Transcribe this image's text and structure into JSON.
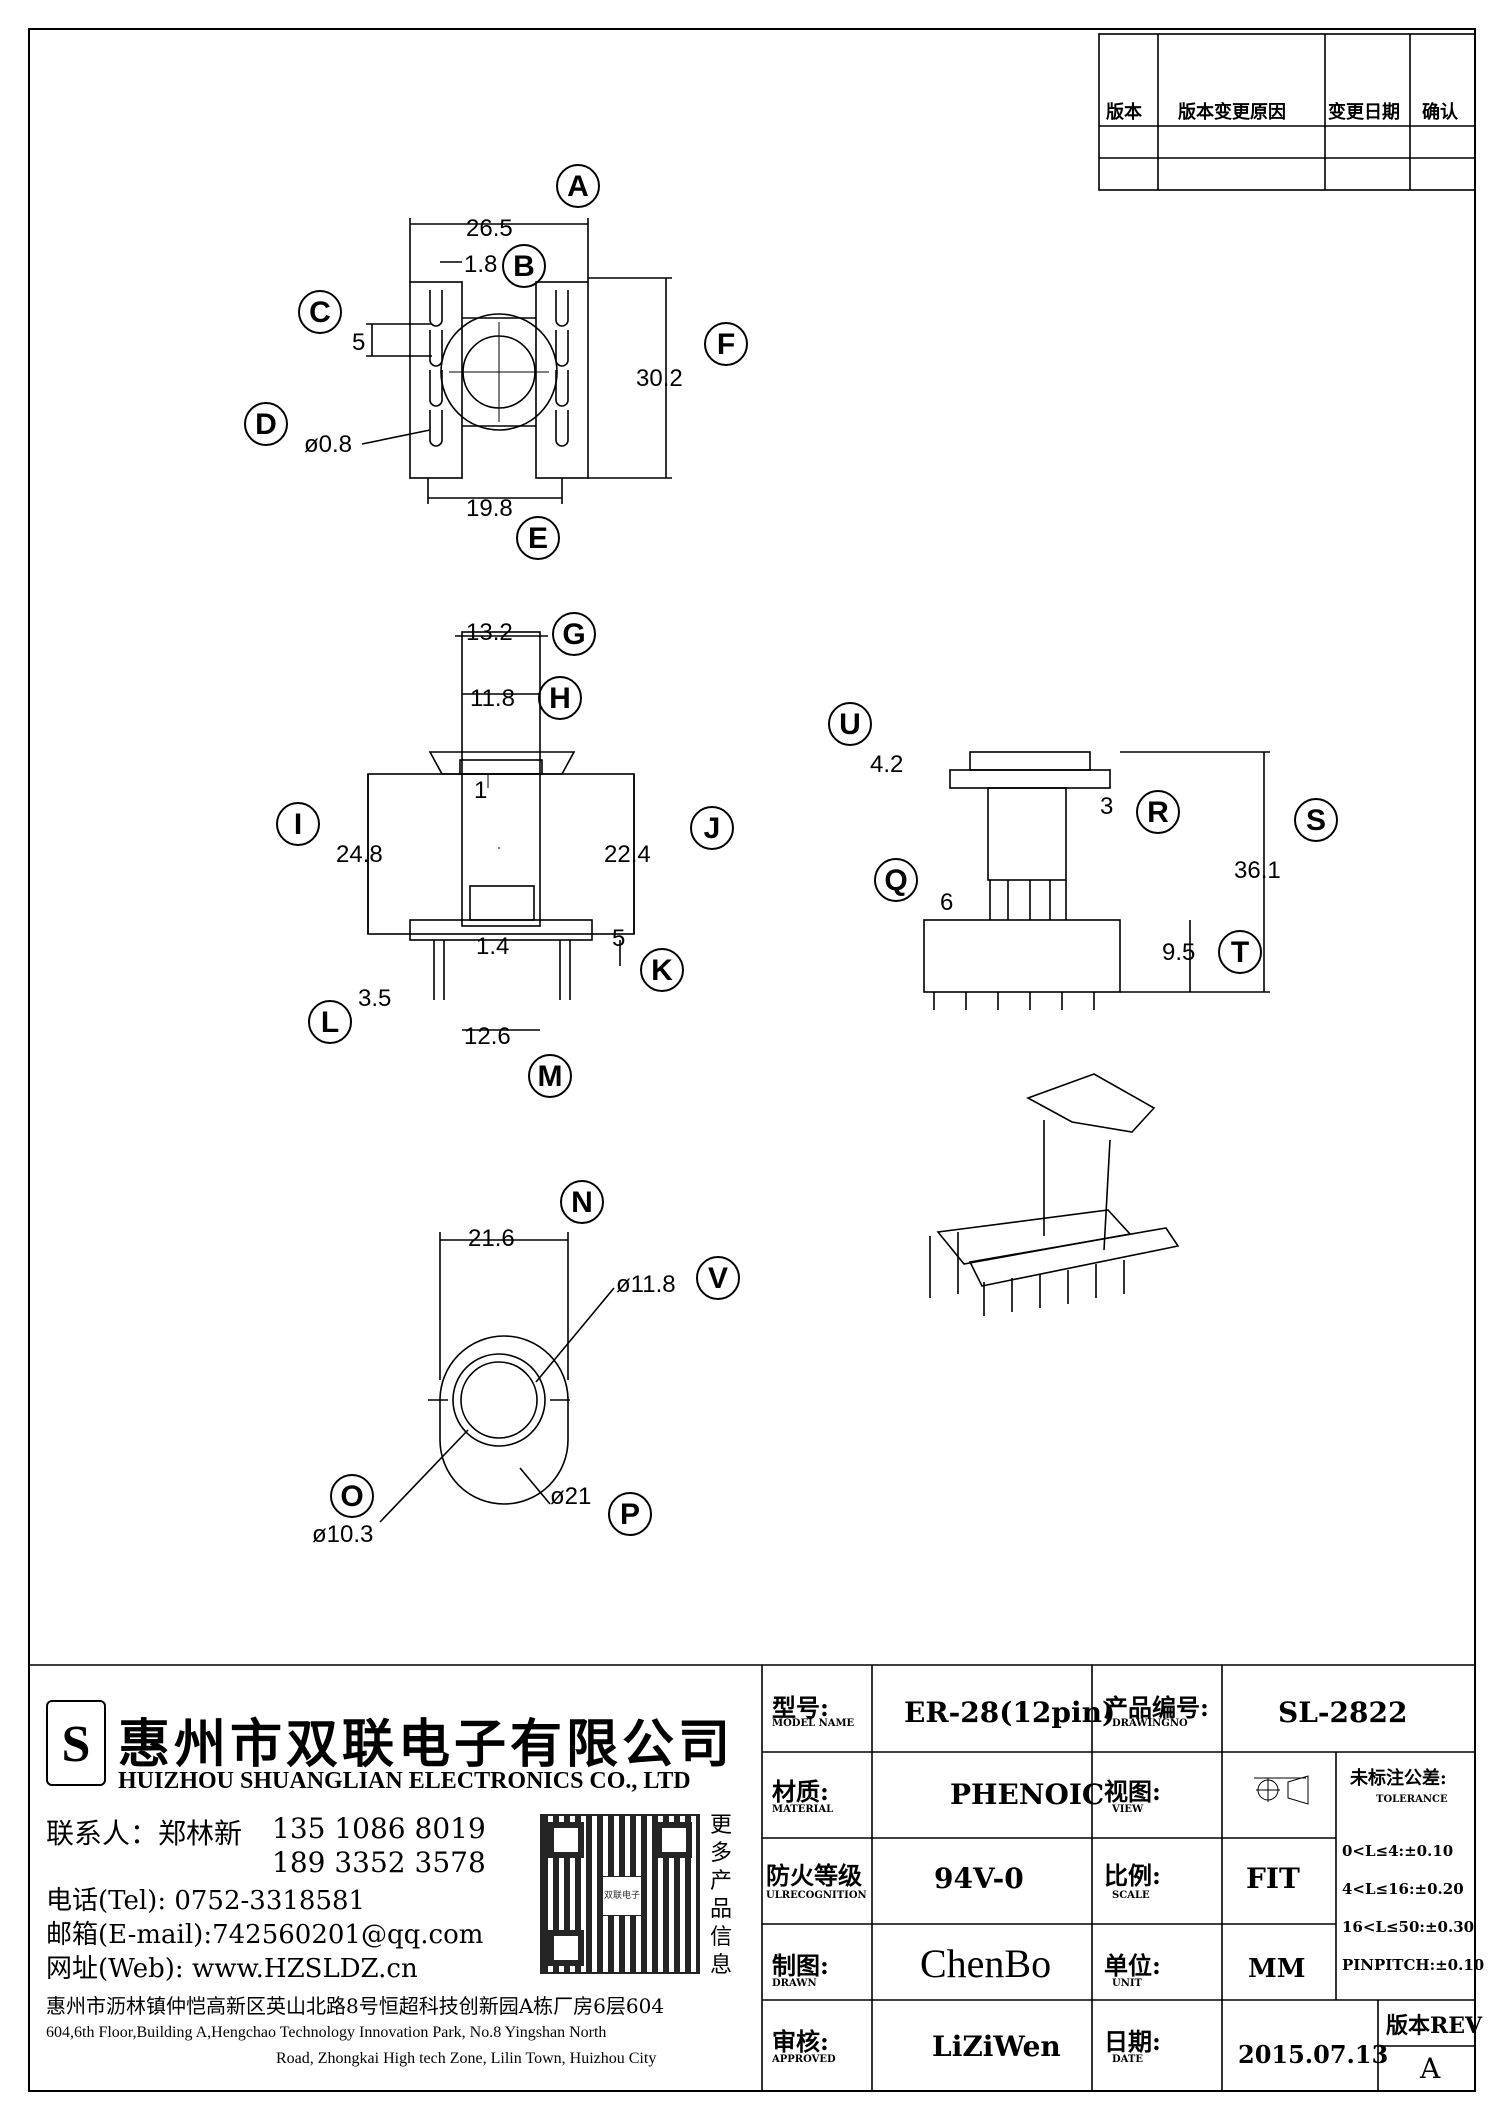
{
  "revision_table": {
    "headers": [
      "版本",
      "版本变更原因",
      "变更日期",
      "确认"
    ]
  },
  "dimensions": {
    "top_view": {
      "width_a": "26.5",
      "slot_b": "1.8",
      "pitch_c": "5",
      "pin_d": "ø0.8",
      "spacing_e": "19.8",
      "height_f": "30.2"
    },
    "front_view": {
      "flange_g": "13.2",
      "inner_h": "11.8",
      "height_i": "24.8",
      "height_j": "22.4",
      "k": "5",
      "l": "3.5",
      "m": "12.6",
      "small_1": "1",
      "small_14": "1.4"
    },
    "side_view": {
      "u": "4.2",
      "r": "3",
      "s": "36.1",
      "t": "9.5",
      "q": "6"
    },
    "bottom_view": {
      "n": "21.6",
      "v": "ø11.8",
      "o": "ø10.3",
      "p": "ø21"
    }
  },
  "callouts": [
    "A",
    "B",
    "C",
    "D",
    "E",
    "F",
    "G",
    "H",
    "I",
    "J",
    "K",
    "L",
    "M",
    "N",
    "O",
    "P",
    "Q",
    "R",
    "S",
    "T",
    "U",
    "V"
  ],
  "company": {
    "name_cn": "惠州市双联电子有限公司",
    "name_en": "HUIZHOU SHUANGLIAN ELECTRONICS CO., LTD",
    "contact_label": "联系人：郑林新",
    "phone1": "135 1086 8019",
    "phone2": "189 3352 3578",
    "tel": "电话(Tel): 0752-3318581",
    "email": "邮箱(E-mail):742560201@qq.com",
    "web": "网址(Web): www.HZSLDZ.cn",
    "addr_cn": "惠州市沥林镇仲恺高新区英山北路8号恒超科技创新园A栋厂房6层604",
    "addr_en1": "604,6th Floor,Building A,Hengchao Technology Innovation Park, No.8 Yingshan North",
    "addr_en2": "Road, Zhongkai High tech Zone, Lilin Town, Huizhou City",
    "qr_caption": [
      "更",
      "多",
      "产",
      "品",
      "信",
      "息"
    ],
    "qr_logo": "双联电子"
  },
  "title_block": {
    "model_label": "型号:",
    "model_sub": "MODEL NAME",
    "model_value": "ER-28(12pin)",
    "drawing_label": "产品编号:",
    "drawing_sub": "DRAWINGNO",
    "drawing_value": "SL-2822",
    "material_label": "材质:",
    "material_sub": "MATERIAL",
    "material_value": "PHENOIC",
    "view_label": "视图:",
    "view_sub": "VIEW",
    "tolerance_label": "未标注公差:",
    "tolerance_sub": "TOLERANCE",
    "tolerances": [
      "0<L≤4:±0.10",
      "4<L≤16:±0.20",
      "16<L≤50:±0.30",
      "PINPITCH:±0.10"
    ],
    "fire_label": "防火等级",
    "fire_sub": "ULRECOGNITION",
    "fire_value": "94V-0",
    "scale_label": "比例:",
    "scale_sub": "SCALE",
    "scale_value": "FIT",
    "drawn_label": "制图:",
    "drawn_sub": "DRAWN",
    "drawn_value": "ChenBo",
    "unit_label": "单位:",
    "unit_sub": "UNIT",
    "unit_value": "MM",
    "approved_label": "审核:",
    "approved_sub": "APPROVED",
    "approved_value": "LiZiWen",
    "date_label": "日期:",
    "date_sub": "DATE",
    "date_value": "2015.07.13",
    "rev_label": "版本REV",
    "rev_value": "A"
  }
}
